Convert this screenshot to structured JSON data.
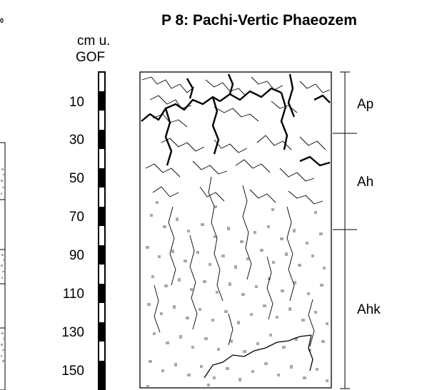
{
  "title": "P 8: Pachi-Vertic Phaeozem",
  "corner_glyph": "0",
  "axis": {
    "unit_line1": "cm u.",
    "unit_line2": "GOF",
    "ticks": [
      "10",
      "30",
      "50",
      "70",
      "90",
      "110",
      "130",
      "150"
    ]
  },
  "horizons": [
    {
      "label": "Ap",
      "top_cm": 0,
      "bottom_cm": 30
    },
    {
      "label": "Ah",
      "top_cm": 30,
      "bottom_cm": 80
    },
    {
      "label": "Ahk",
      "top_cm": 80,
      "bottom_cm": 160
    }
  ],
  "colors": {
    "crack": "#000000",
    "carbonate_speckle": "#a9a9a9",
    "frame": "#000000"
  }
}
